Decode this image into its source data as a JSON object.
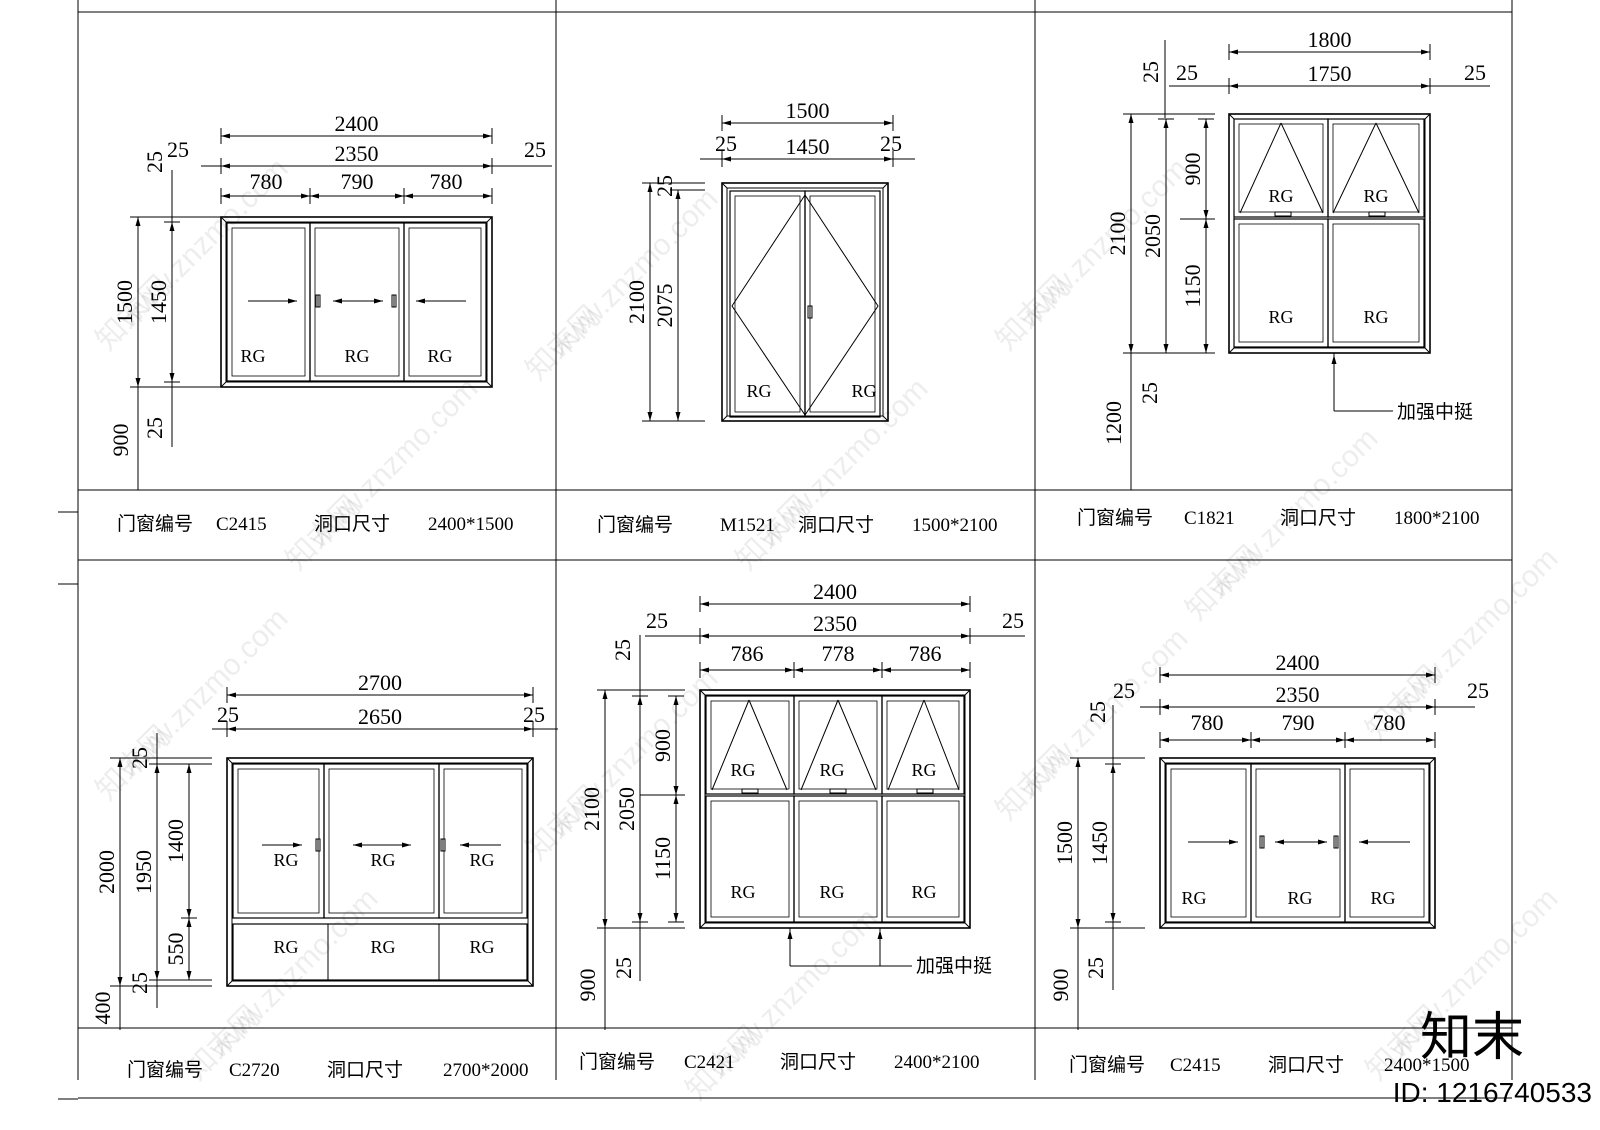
{
  "panels": [
    {
      "id": "p1",
      "caption": {
        "code_label": "门窗编号",
        "code": "C2415",
        "size_label": "洞口尺寸",
        "size": "2400*1500"
      },
      "dims": {
        "overall_w": "2400",
        "inner_w": "2350",
        "edge_l": "25",
        "edge_r": "25",
        "edge_top": "25",
        "seg_w": [
          "780",
          "790",
          "780"
        ],
        "overall_h": "1500",
        "inner_h": "1450",
        "sill": "900",
        "edge_bottom": "25"
      },
      "labels": [
        "RG",
        "RG",
        "RG"
      ]
    },
    {
      "id": "p2",
      "caption": {
        "code_label": "门窗编号",
        "code": "M1521",
        "size_label": "洞口尺寸",
        "size": "1500*2100"
      },
      "dims": {
        "overall_w": "1500",
        "inner_w": "1450",
        "edge_l": "25",
        "edge_r": "25",
        "edge_top": "25",
        "overall_h": "2100",
        "inner_h": "2075"
      },
      "labels": [
        "RG",
        "RG"
      ]
    },
    {
      "id": "p3",
      "caption": {
        "code_label": "门窗编号",
        "code": "C1821",
        "size_label": "洞口尺寸",
        "size": "1800*2100"
      },
      "dims": {
        "overall_w": "1800",
        "inner_w": "1750",
        "edge_l": "25",
        "edge_l2": "25",
        "edge_r": "25",
        "overall_h": "2100",
        "inner_h": "2050",
        "upper_h": "900",
        "lower_h": "1150",
        "edge_bottom": "25",
        "sill": "1200"
      },
      "labels": [
        "RG",
        "RG",
        "RG",
        "RG"
      ],
      "note": "加强中挺"
    },
    {
      "id": "p4",
      "caption": {
        "code_label": "门窗编号",
        "code": "C2720",
        "size_label": "洞口尺寸",
        "size": "2700*2000"
      },
      "dims": {
        "overall_w": "2700",
        "inner_w": "2650",
        "edge_l": "25",
        "edge_r": "25",
        "edge_top": "25",
        "overall_h": "2000",
        "inner_h": "1950",
        "upper_h": "1400",
        "lower_h": "550",
        "edge_bottom": "25",
        "sill": "400"
      },
      "labels": [
        "RG",
        "RG",
        "RG",
        "RG",
        "RG",
        "RG"
      ]
    },
    {
      "id": "p5",
      "caption": {
        "code_label": "门窗编号",
        "code": "C2421",
        "size_label": "洞口尺寸",
        "size": "2400*2100"
      },
      "dims": {
        "overall_w": "2400",
        "inner_w": "2350",
        "edge_l": "25",
        "edge_r": "25",
        "edge_top": "25",
        "seg_w": [
          "786",
          "778",
          "786"
        ],
        "overall_h": "2100",
        "inner_h": "2050",
        "upper_h": "900",
        "lower_h": "1150",
        "sill": "900",
        "edge_bottom": "25"
      },
      "labels": [
        "RG",
        "RG",
        "RG",
        "RG",
        "RG",
        "RG"
      ],
      "note": "加强中挺"
    },
    {
      "id": "p6",
      "caption": {
        "code_label": "门窗编号",
        "code": "C2415",
        "size_label": "洞口尺寸",
        "size": "2400*1500"
      },
      "dims": {
        "overall_w": "2400",
        "inner_w": "2350",
        "edge_l": "25",
        "edge_r": "25",
        "edge_top": "25",
        "seg_w": [
          "780",
          "790",
          "780"
        ],
        "overall_h": "1500",
        "inner_h": "1450",
        "sill": "900",
        "edge_bottom": "25"
      },
      "labels": [
        "RG",
        "RG",
        "RG"
      ]
    }
  ],
  "watermark": {
    "site": "www.znzmo.com",
    "brand": "知末网",
    "logo": "知末",
    "id_text": "ID: 1216740533"
  }
}
